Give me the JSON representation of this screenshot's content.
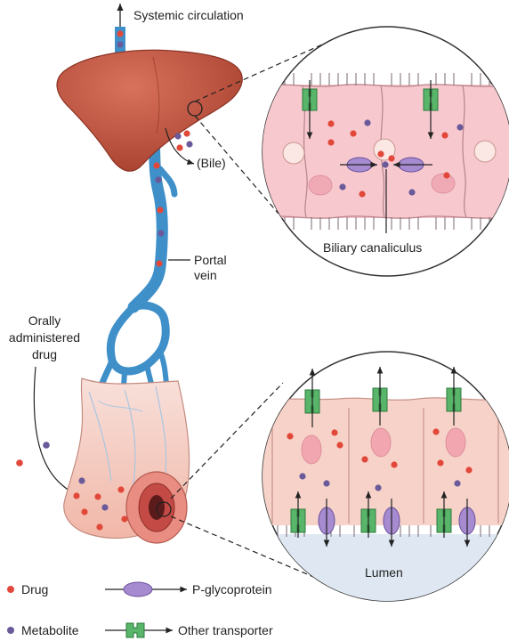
{
  "labels": {
    "systemic_circulation": "Systemic circulation",
    "bile": "(Bile)",
    "portal_line1": "Portal",
    "portal_line2": "vein",
    "oral_line1": "Orally",
    "oral_line2": "administered",
    "oral_line3": "drug",
    "biliary_canaliculus": "Biliary canaliculus",
    "lumen": "Lumen"
  },
  "legend": {
    "drug": "Drug",
    "metabolite": "Metabolite",
    "pgp": "P-glycoprotein",
    "other": "Other transporter"
  },
  "colors": {
    "drug": "#e2483a",
    "metabolite": "#6a5a9a",
    "pgp": "#a78bd0",
    "other_transporter": "#58b56a",
    "portal_vein": "#3f8fc9",
    "liver": "#c85b45",
    "hepatocyte": "#f7c9cf",
    "enterocyte": "#f6d2c8",
    "lumen": "#dfe8f2"
  }
}
